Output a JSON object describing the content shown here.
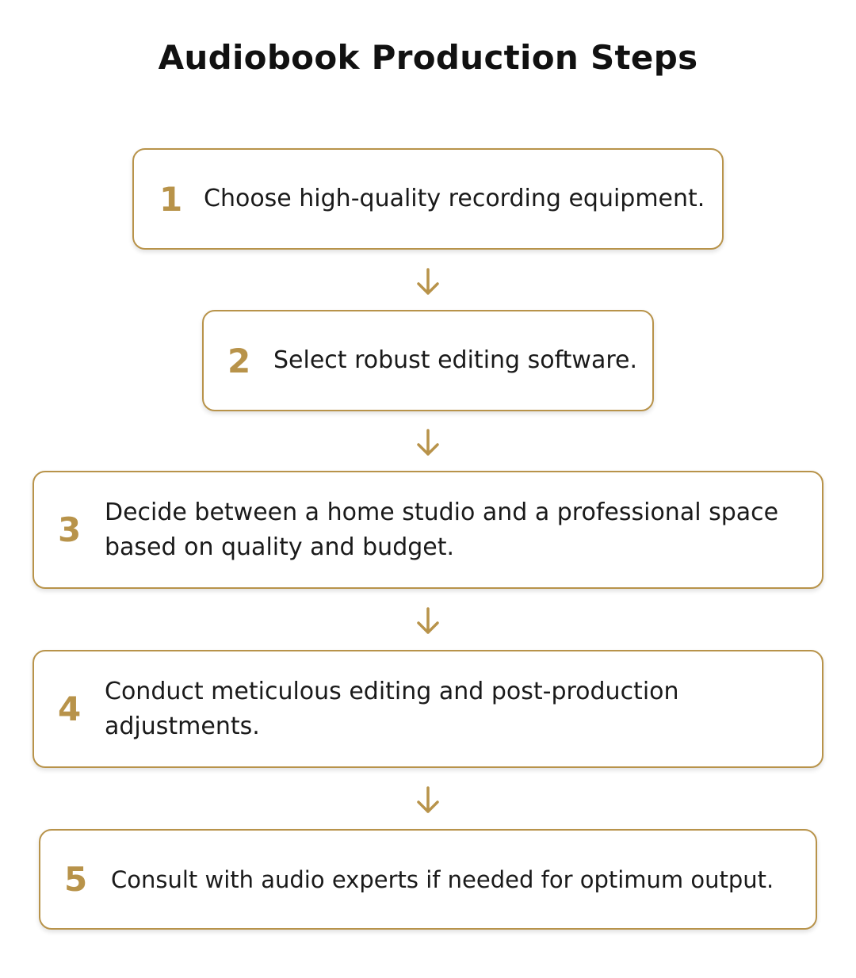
{
  "title": "Audiobook Production Steps",
  "colors": {
    "accent": "#b8934a",
    "text": "#1a1a1a",
    "background": "#ffffff"
  },
  "steps": [
    {
      "number": "1",
      "text": "Choose high-quality recording equipment."
    },
    {
      "number": "2",
      "text": "Select robust editing software."
    },
    {
      "number": "3",
      "text": "Decide between a home studio and a professional space based on quality and budget."
    },
    {
      "number": "4",
      "text": "Conduct meticulous editing and post-production adjustments."
    },
    {
      "number": "5",
      "text": "Consult with audio experts if needed for optimum output."
    }
  ],
  "connectors": [
    "arrow-down",
    "arrow-down",
    "arrow-down",
    "arrow-down"
  ]
}
